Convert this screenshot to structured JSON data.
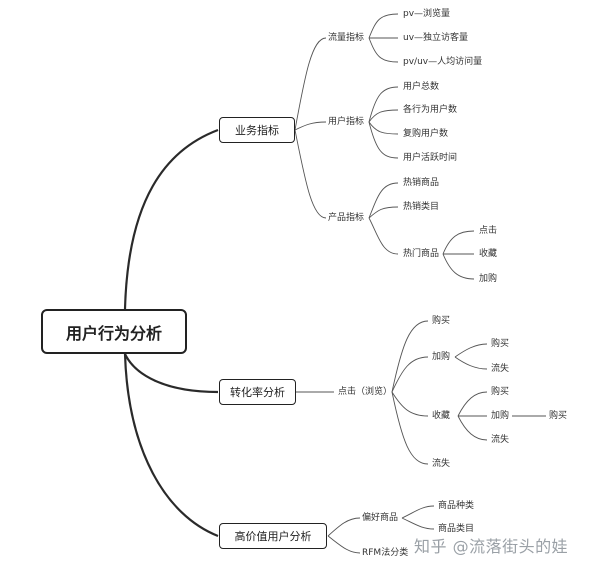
{
  "root": "用户行为分析",
  "branches": {
    "business": {
      "label": "业务指标",
      "traffic": {
        "label": "流量指标",
        "items": [
          "pv—浏览量",
          "uv—独立访客量",
          "pv/uv—人均访问量"
        ]
      },
      "user": {
        "label": "用户指标",
        "items": [
          "用户总数",
          "各行为用户数",
          "复购用户数",
          "用户活跃时间"
        ]
      },
      "product": {
        "label": "产品指标",
        "items": [
          "热销商品",
          "热销类目"
        ],
        "hot": {
          "label": "热门商品",
          "items": [
            "点击",
            "收藏",
            "加购"
          ]
        }
      }
    },
    "conversion": {
      "label": "转化率分析",
      "click": {
        "label": "点击（浏览）",
        "buy": "购买",
        "cart": {
          "label": "加购",
          "items": [
            "购买",
            "流失"
          ]
        },
        "fav": {
          "label": "收藏",
          "buy": "购买",
          "cart": {
            "label": "加购",
            "buy": "购买"
          },
          "lost": "流失"
        },
        "lost": "流失"
      }
    },
    "value": {
      "label": "高价值用户分析",
      "pref": {
        "label": "偏好商品",
        "items": [
          "商品种类",
          "商品类目"
        ]
      },
      "rfm": "RFM法分类"
    }
  },
  "watermark": "知乎 @流落街头的娃"
}
